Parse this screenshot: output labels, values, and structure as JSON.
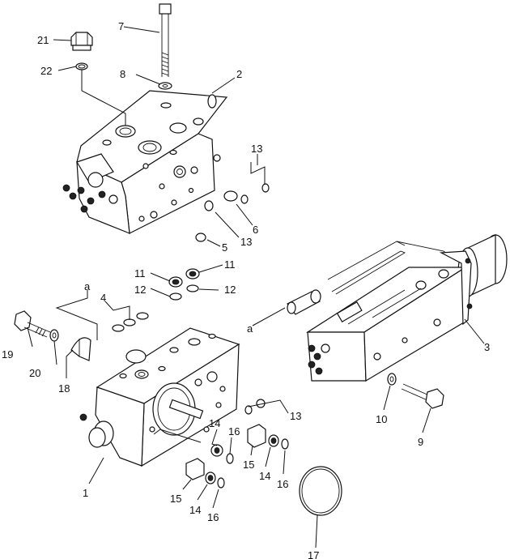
{
  "callouts": {
    "c1": "1",
    "c2": "2",
    "c3": "3",
    "c4": "4",
    "c5": "5",
    "c6": "6",
    "c7": "7",
    "c8": "8",
    "c9": "9",
    "c10": "10",
    "c11a": "11",
    "c11b": "11",
    "c12a": "12",
    "c12b": "12",
    "c13a": "13",
    "c13b": "13",
    "c13c": "13",
    "c14a": "14",
    "c14b": "14",
    "c14c": "14",
    "c15a": "15",
    "c15b": "15",
    "c16a": "16",
    "c16b": "16",
    "c16c": "16",
    "c17": "17",
    "c18": "18",
    "c19": "19",
    "c20": "20",
    "c21": "21",
    "c22": "22",
    "a1": "a",
    "a2": "a"
  }
}
